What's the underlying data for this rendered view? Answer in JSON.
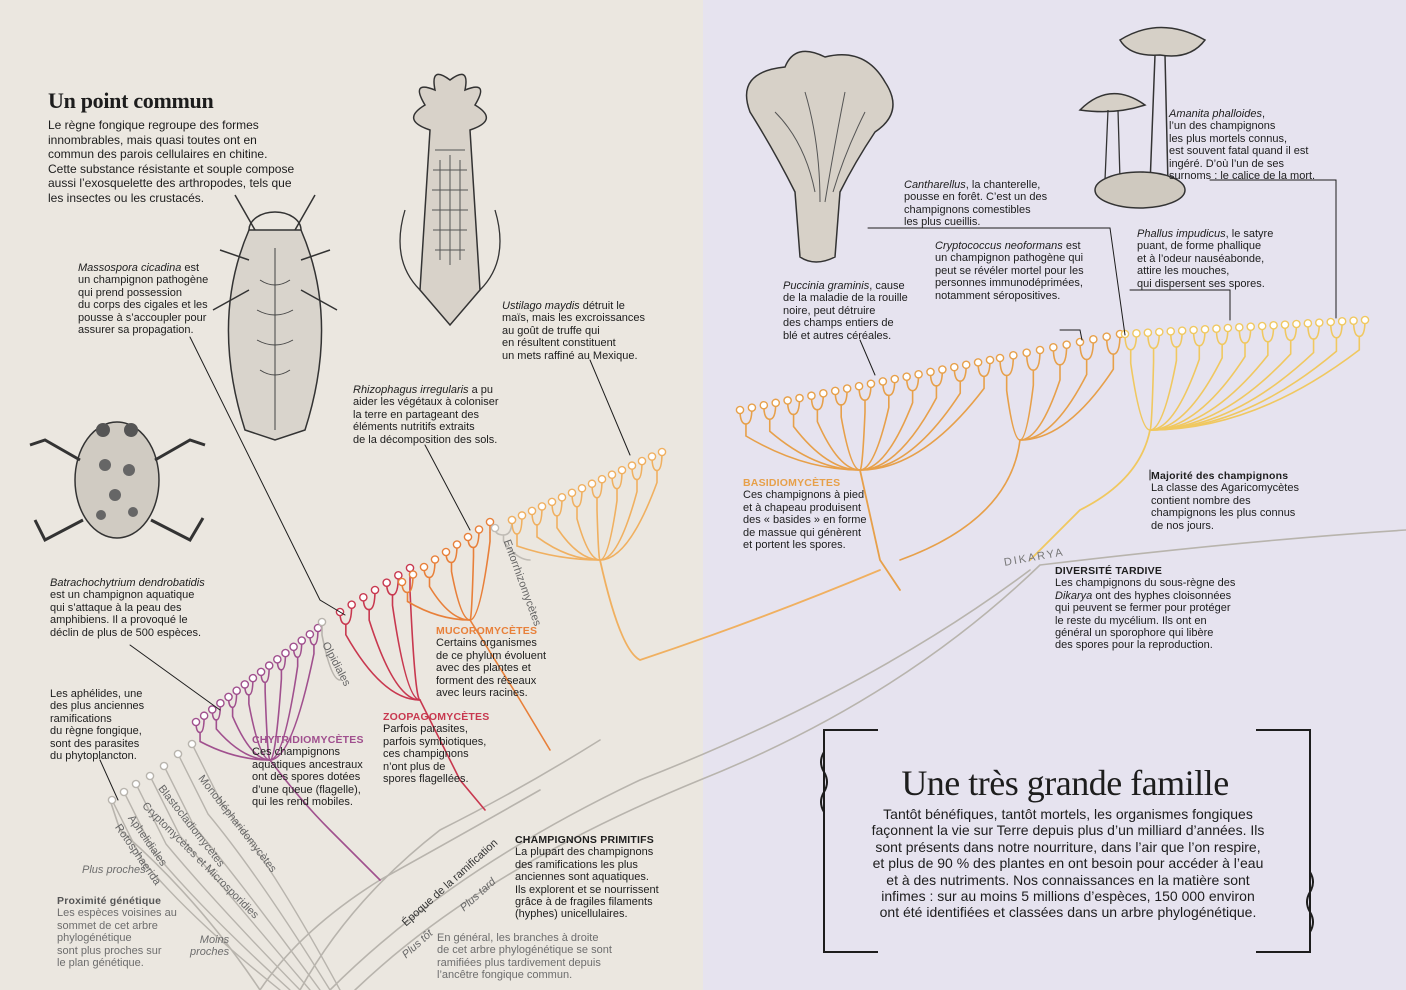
{
  "intro": {
    "title": "Un point commun",
    "lines": [
      "Le règne fongique regroupe des formes",
      "innombrables, mais quasi toutes ont en",
      "commun des parois cellulaires en chitine.",
      "Cette substance résistante et souple compose",
      "aussi l’exosquelette des arthropodes, tels que",
      "les insectes ou les crustacés."
    ]
  },
  "main_box": {
    "title": "Une très grande famille",
    "lines": [
      "Tantôt bénéfiques, tantôt mortels, les organismes fongiques",
      "façonnent la vie sur Terre depuis plus d’un milliard d’années. Ils",
      "sont présents dans notre nourriture, dans l’air que l’on respire,",
      "et plus de 90 % des plantes en ont besoin pour accéder à l’eau",
      "et à des nutriments. Nos connaissances en la matière sont",
      "infimes : sur au moins 5 millions d’espèces, 150 000 environ",
      "ont été identifiées et classées dans un arbre phylogénétique."
    ]
  },
  "annotations": {
    "massospora": {
      "species": "Massospora cicadina",
      "lines": [
        " est",
        "un champignon pathogène",
        "qui prend possession",
        "du corps des cigales et les",
        "pousse à s’accoupler pour",
        "assurer sa propagation."
      ]
    },
    "batrachochytrium": {
      "species": "Batrachochytrium dendrobatidis",
      "lines": [
        "est un champignon aquatique",
        "qui s’attaque à la peau des",
        "amphibiens. Il a provoqué le",
        "déclin de plus de 500 espèces."
      ]
    },
    "aphelides": {
      "lines": [
        "Les aphélides, une",
        "des plus anciennes",
        "ramifications",
        "du règne fongique,",
        "sont des parasites",
        "du phytoplancton."
      ]
    },
    "rhizophagus": {
      "species": "Rhizophagus irregularis",
      "lines": [
        " a pu",
        "aider les végétaux à coloniser",
        "la terre en partageant des",
        "éléments nutritifs extraits",
        "de la décomposition des sols."
      ]
    },
    "ustilago": {
      "species": "Ustilago maydis",
      "lines": [
        " détruit le",
        "maïs, mais les excroissances",
        "au goût de truffe qui",
        "en résultent constituent",
        "un mets raffiné au Mexique."
      ]
    },
    "puccinia": {
      "species": "Puccinia graminis",
      "lines": [
        ", cause",
        "de la maladie de la rouille",
        "noire, peut détruire",
        "des champs entiers de",
        "blé et autres céréales."
      ]
    },
    "cantharellus": {
      "species": "Cantharellus",
      "lines": [
        ", la chanterelle,",
        "pousse en forêt. C’est un des",
        "champignons comestibles",
        "les plus cueillis."
      ]
    },
    "cryptococcus": {
      "species": "Cryptococcus neoformans",
      "lines": [
        " est",
        "un champignon pathogène qui",
        "peut se révéler mortel pour les",
        "personnes immunodéprimées,",
        "notamment séropositives."
      ]
    },
    "phallus": {
      "species": "Phallus impudicus",
      "lines": [
        ", le satyre",
        "puant, de forme phallique",
        "et à l’odeur nauséabonde,",
        "attire les mouches,",
        "qui dispersent ses spores."
      ]
    },
    "amanita": {
      "species": "Amanita phalloides",
      "lines": [
        ",",
        "l’un des champignons",
        "les plus mortels connus,",
        "est souvent fatal quand il est",
        "ingéré. D’où l’un de ses",
        "surnoms : le calice de la mort."
      ]
    }
  },
  "groups": {
    "chytridio": {
      "name": "CHYTRIDIOMYCÈTES",
      "lines": [
        "Ces champignons",
        "aquatiques ancestraux",
        "ont des spores dotées",
        "d’une queue (flagelle),",
        "qui les rend mobiles."
      ]
    },
    "zoopago": {
      "name": "ZOOPAGOMYCÈTES",
      "lines": [
        "Parfois parasites,",
        "parfois symbiotiques,",
        "ces champignons",
        "n’ont plus de",
        "spores flagellées."
      ]
    },
    "mucoro": {
      "name": "MUCOROMYCÈTES",
      "lines": [
        "Certains organismes",
        "de ce phylum évoluent",
        "avec des plantes et",
        "forment des réseaux",
        "avec leurs racines."
      ]
    },
    "basidio": {
      "name": "BASIDIOMYCÈTES",
      "lines": [
        "Ces champignons à pied",
        "et à chapeau produisent",
        "des « basides » en forme",
        "de massue qui génèrent",
        "et portent les spores."
      ]
    },
    "majorite": {
      "name": "Majorité des champignons",
      "lines": [
        "La classe des Agaricomycètes",
        "contient nombre des",
        "champignons les plus connus",
        "de nos jours."
      ]
    },
    "diversite": {
      "name": "DIVERSITÉ TARDIVE",
      "line1": "Les champignons du sous-règne des",
      "dikarya": "Dikarya",
      "line1b": " ont des hyphes cloisonnées",
      "lines": [
        "qui peuvent se fermer pour protéger",
        "le reste du mycélium. Ils ont en",
        "général un sporophore qui libère",
        "des spores pour la reproduction."
      ]
    },
    "primitifs": {
      "name": "CHAMPIGNONS PRIMITIFS",
      "lines": [
        "La plupart des champignons",
        "des ramifications les plus",
        "anciennes sont aquatiques.",
        "Ils explorent et se nourrissent",
        "grâce à de fragiles filaments",
        "(hyphes) unicellulaires."
      ]
    }
  },
  "branch_labels": {
    "rozellomycota": "Rotosphaerida",
    "aphelidiales": "Aphelidiales",
    "crypto": "Cryptomycètes et Microsporidies",
    "blasto": "Blastocladiomycètes",
    "monoble": "Monoblépharidomycètes",
    "olpidiales": "Olpidiales",
    "entorrhizo": "Entorrhizomycètes",
    "dikarya": "DIKARYA"
  },
  "legend": {
    "plus_proches": "Plus proches",
    "moins_proches": [
      "Moins",
      "proches"
    ],
    "proximite_title": "Proximité génétique",
    "proximite_lines": [
      "Les espèces voisines au",
      "sommet de cet arbre",
      "phylogénétique",
      "sont plus proches sur",
      "le plan génétique."
    ],
    "epoque": "Époque de la ramification",
    "plus_tard": "Plus tard",
    "plus_tot": "Plus tôt",
    "general_lines": [
      "En général, les branches à droite",
      "de cet arbre phylogénétique se sont",
      "ramifiées plus tardivement depuis",
      "l’ancêtre fongique commun."
    ]
  },
  "colors": {
    "gray_branch": "#b8b4ad",
    "chytridio": "#a0508e",
    "zoopago": "#c8384f",
    "mucoro": "#e8803a",
    "entorrhizo": "#c0bcb5",
    "ascomycota": "#f0b060",
    "basidio": "#e7a04a",
    "agarico": "#f0c860"
  }
}
